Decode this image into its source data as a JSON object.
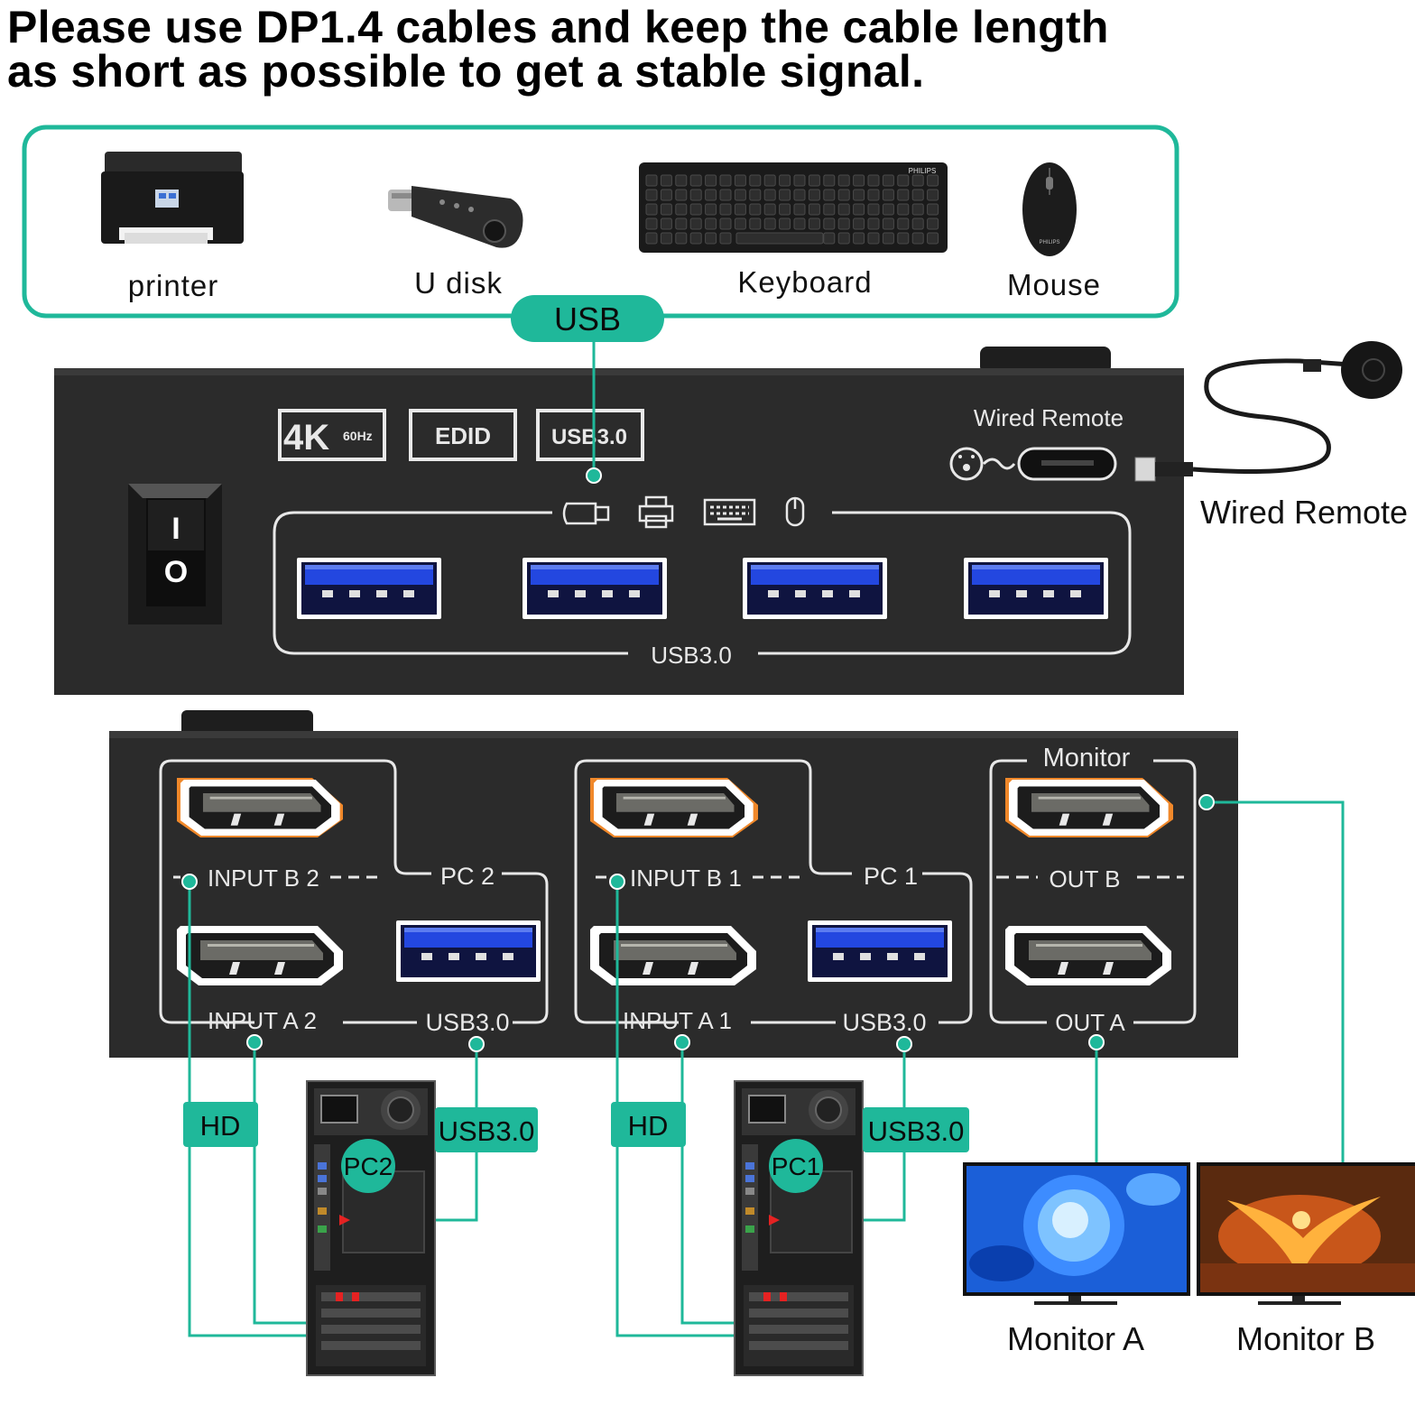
{
  "headline": {
    "line1": "Please use DP1.4 cables and keep the cable length",
    "line2": "as short as possible to get a stable signal."
  },
  "peripherals": {
    "items": [
      "printer",
      "U disk",
      "Keyboard",
      "Mouse"
    ],
    "keyboard_brand": "PHILIPS",
    "mouse_brand": "PHILIPS",
    "group_label": "USB"
  },
  "top_panel": {
    "badge_4k": "4K",
    "badge_4k_rate": "60Hz",
    "badge_edid": "EDID",
    "badge_usb": "USB3.0",
    "remote_label": "Wired Remote",
    "ports_label": "USB3.0",
    "power_on": "I",
    "power_off": "O",
    "external_remote_label": "Wired Remote"
  },
  "bottom_panel": {
    "pc2_label": "PC 2",
    "pc1_label": "PC 1",
    "monitor_label": "Monitor",
    "input_b2": "INPUT B 2",
    "input_a2": "INPUT A 2",
    "usb_pc2": "USB3.0",
    "input_b1": "INPUT B 1",
    "input_a1": "INPUT A 1",
    "usb_pc1": "USB3.0",
    "out_b": "OUT B",
    "out_a": "OUT A"
  },
  "connections": {
    "hd_left": "HD",
    "usb_left": "USB3.0",
    "pc2_tag": "PC2",
    "hd_right": "HD",
    "usb_right": "USB3.0",
    "pc1_tag": "PC1",
    "monitor_a": "Monitor A",
    "monitor_b": "Monitor B"
  },
  "colors": {
    "accent": "#1fb89a",
    "panel": "#2b2b2b",
    "port_blue": "#1d3fd0",
    "dp_orange": "#f0882a"
  }
}
